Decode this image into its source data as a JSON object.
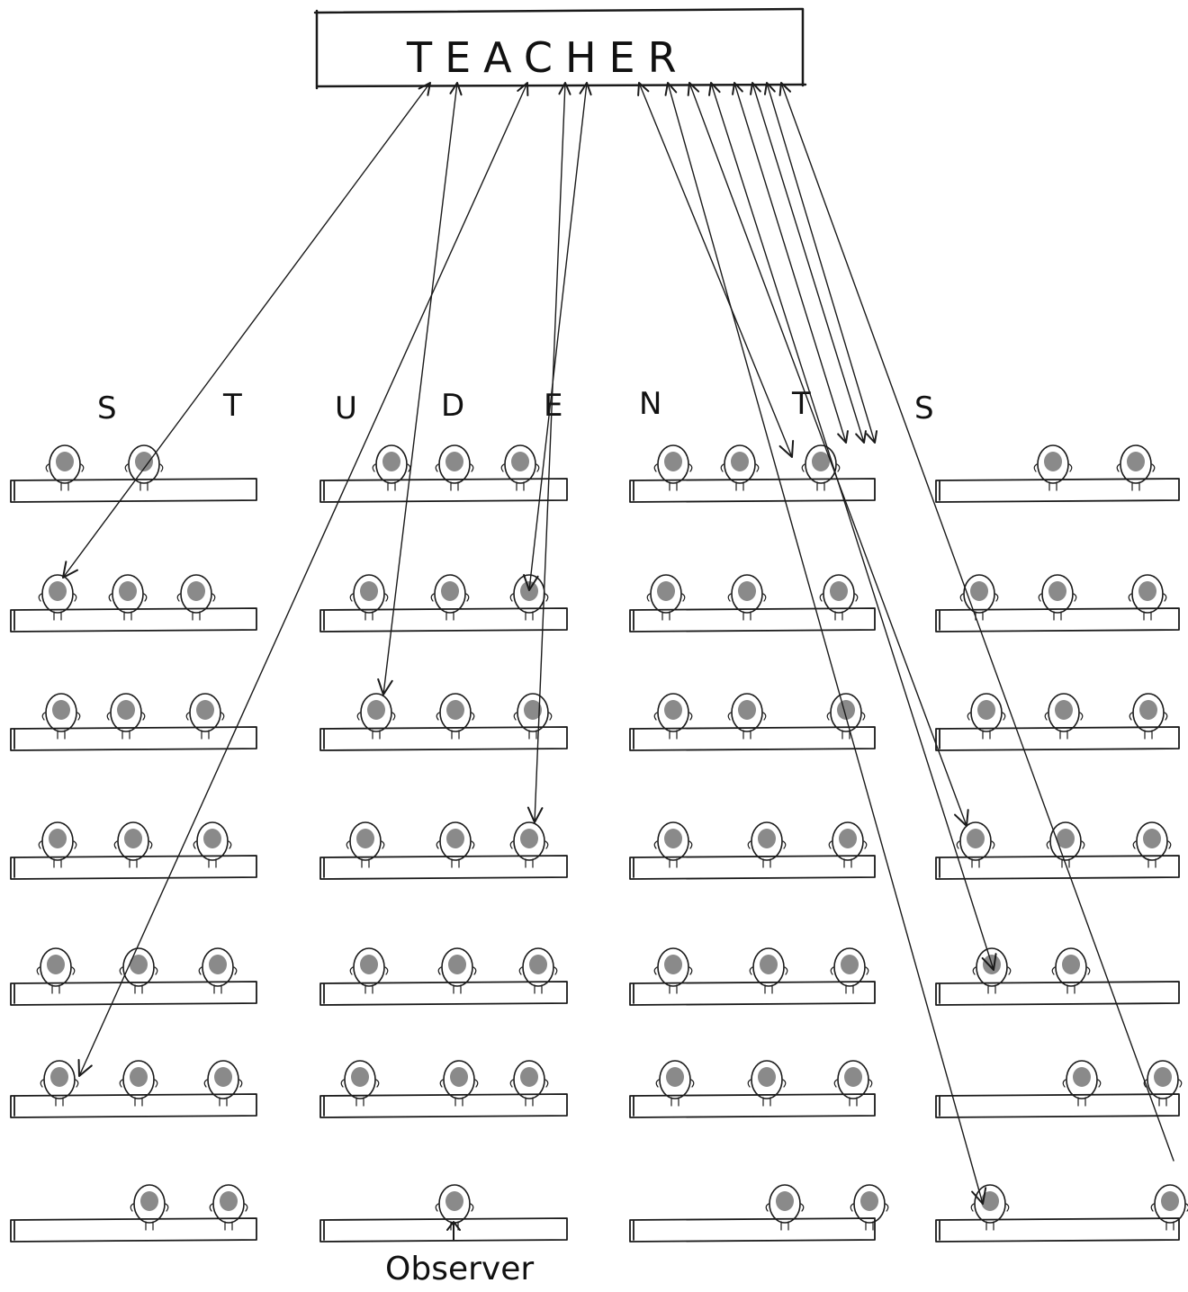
{
  "teacher": {
    "label": "TEACHER"
  },
  "students_letters": [
    "S",
    "T",
    "U",
    "D",
    "E",
    "N",
    "T",
    "S"
  ],
  "observer": {
    "label": "Observer"
  },
  "rows": [
    {
      "row": 1,
      "columns": [
        2,
        3,
        3,
        2
      ]
    },
    {
      "row": 2,
      "columns": [
        3,
        3,
        3,
        3
      ]
    },
    {
      "row": 3,
      "columns": [
        3,
        3,
        3,
        3
      ]
    },
    {
      "row": 4,
      "columns": [
        3,
        3,
        3,
        3
      ]
    },
    {
      "row": 5,
      "columns": [
        3,
        3,
        3,
        2
      ]
    },
    {
      "row": 6,
      "columns": [
        3,
        3,
        3,
        2
      ]
    },
    {
      "row": 7,
      "columns": [
        2,
        1,
        2,
        2
      ]
    }
  ],
  "interactions": [
    {
      "direction": "both",
      "student_row": 2,
      "student_column": 1
    },
    {
      "direction": "both",
      "student_row": 3,
      "student_column": 2
    },
    {
      "direction": "both",
      "student_row": 6,
      "student_column": 1
    },
    {
      "direction": "both",
      "student_row": 2,
      "student_column": 2
    },
    {
      "direction": "both",
      "student_row": 4,
      "student_column": 2
    },
    {
      "direction": "both",
      "student_row": 1,
      "student_column": 3
    },
    {
      "direction": "both",
      "student_row": 7,
      "student_column": 4
    },
    {
      "direction": "both",
      "student_row": 4,
      "student_column": 4
    },
    {
      "direction": "both",
      "student_row": 5,
      "student_column": 4
    },
    {
      "direction": "to_teacher",
      "student_row": 7,
      "student_column": 4
    }
  ],
  "colors": {
    "ink": "#1a1a1a",
    "paper": "#ffffff"
  }
}
